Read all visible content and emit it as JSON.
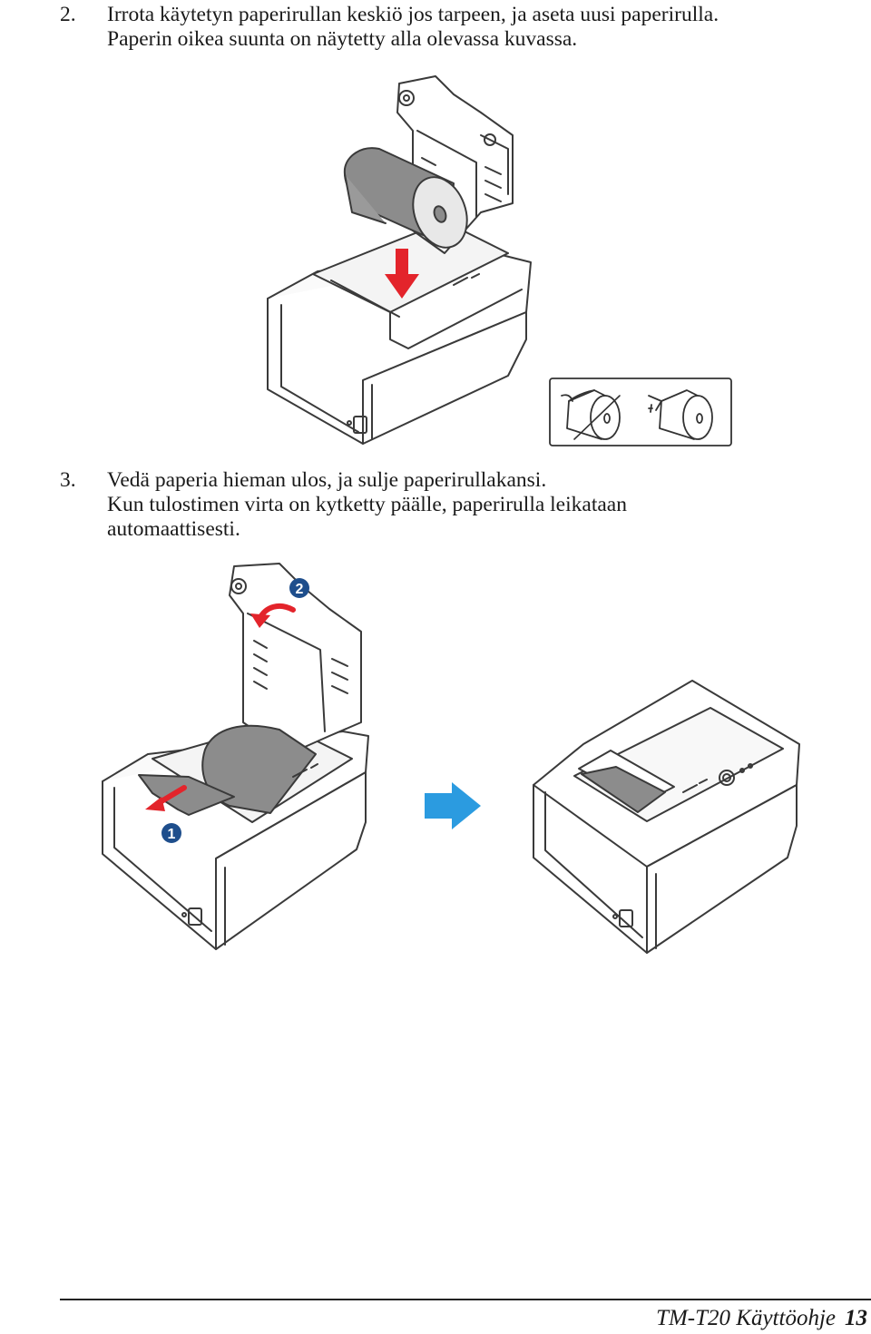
{
  "steps": [
    {
      "number": "2.",
      "lines": [
        "Irrota käytetyn paperirullan keskiö jos tarpeen, ja aseta uusi paperirulla.",
        "Paperin oikea suunta on näytetty alla olevassa kuvassa."
      ]
    },
    {
      "number": "3.",
      "lines": [
        "Vedä paperia hieman ulos, ja sulje paperirullakansi.",
        "Kun tulostimen virta on kytketty päälle, paperirulla leikataan",
        "automaattisesti."
      ]
    }
  ],
  "figures": {
    "pull_step_labels": [
      "1",
      "2"
    ]
  },
  "footer": {
    "manual_title": "TM-T20 Käyttöohje",
    "page_number": "13"
  },
  "colors": {
    "text": "#1a1a1a",
    "line_art": "#3a3a3a",
    "paper_fill": "#8c8c8c",
    "insert_arrow": "#e3242b",
    "pull_arrow": "#e3242b",
    "step_badge": "#1e4e8c",
    "transition_arrow": "#2b9be0"
  }
}
